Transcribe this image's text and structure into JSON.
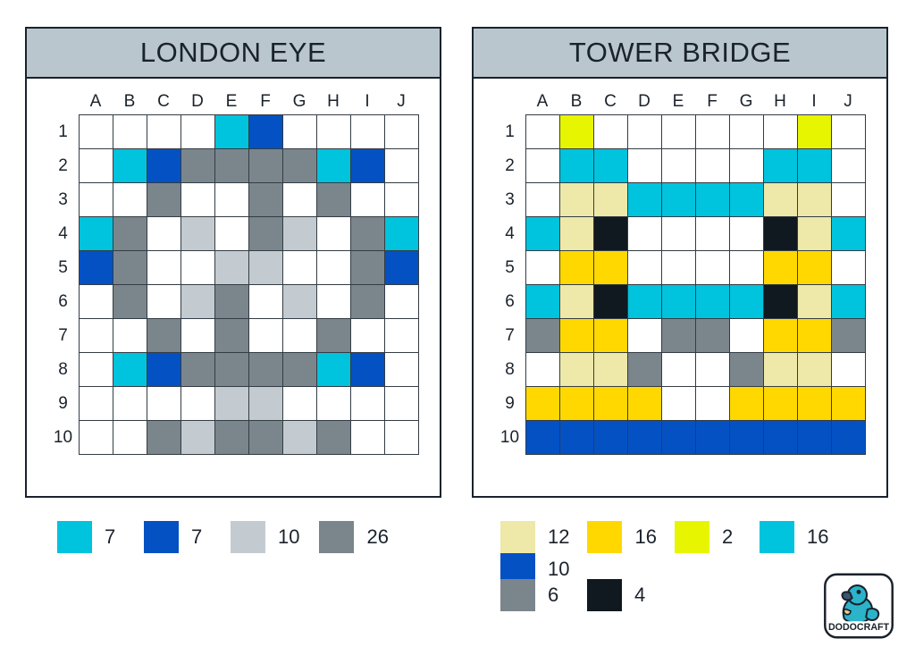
{
  "page": {
    "background": "#ffffff",
    "panels": [
      {
        "id": "london",
        "title": "LONDON EYE",
        "column_labels": [
          "A",
          "B",
          "C",
          "D",
          "E",
          "F",
          "G",
          "H",
          "I",
          "J"
        ],
        "row_labels": [
          "1",
          "2",
          "3",
          "4",
          "5",
          "6",
          "7",
          "8",
          "9",
          "10"
        ],
        "palette": {
          "w": "#ffffff",
          "c": "#00c3dd",
          "b": "#0451c4",
          "l": "#c3cbd1",
          "g": "#7b858c"
        },
        "grid": [
          [
            "w",
            "w",
            "w",
            "w",
            "c",
            "b",
            "w",
            "w",
            "w",
            "w"
          ],
          [
            "w",
            "c",
            "b",
            "g",
            "g",
            "g",
            "g",
            "c",
            "b",
            "w"
          ],
          [
            "w",
            "w",
            "g",
            "w",
            "w",
            "g",
            "w",
            "g",
            "w",
            "w"
          ],
          [
            "c",
            "g",
            "w",
            "l",
            "w",
            "g",
            "l",
            "w",
            "g",
            "c"
          ],
          [
            "b",
            "g",
            "w",
            "w",
            "l",
            "l",
            "w",
            "w",
            "g",
            "b"
          ],
          [
            "w",
            "g",
            "w",
            "l",
            "g",
            "w",
            "l",
            "w",
            "g",
            "w"
          ],
          [
            "w",
            "w",
            "g",
            "w",
            "g",
            "w",
            "w",
            "g",
            "w",
            "w"
          ],
          [
            "w",
            "c",
            "b",
            "g",
            "g",
            "g",
            "g",
            "c",
            "b",
            "w"
          ],
          [
            "w",
            "w",
            "w",
            "w",
            "l",
            "l",
            "w",
            "w",
            "w",
            "w"
          ],
          [
            "w",
            "w",
            "g",
            "l",
            "g",
            "g",
            "l",
            "g",
            "w",
            "w"
          ]
        ],
        "legend": [
          {
            "color": "#00c3dd",
            "class": "c-cyan",
            "count": "7",
            "name": "cyan"
          },
          {
            "color": "#0451c4",
            "class": "c-blue",
            "count": "7",
            "name": "blue"
          },
          {
            "color": "#c3cbd1",
            "class": "c-light",
            "count": "10",
            "name": "light-grey"
          },
          {
            "color": "#7b858c",
            "class": "c-grey",
            "count": "26",
            "name": "grey"
          }
        ]
      },
      {
        "id": "tower",
        "title": "TOWER BRIDGE",
        "column_labels": [
          "A",
          "B",
          "C",
          "D",
          "E",
          "F",
          "G",
          "H",
          "I",
          "J"
        ],
        "row_labels": [
          "1",
          "2",
          "3",
          "4",
          "5",
          "6",
          "7",
          "8",
          "9",
          "10"
        ],
        "palette": {
          "w": "#ffffff",
          "c": "#00c3dd",
          "b": "#0451c4",
          "y": "#e8f500",
          "o": "#ffd800",
          "m": "#eee8a9",
          "g": "#7b858c",
          "k": "#101820"
        },
        "grid": [
          [
            "w",
            "y",
            "w",
            "w",
            "w",
            "w",
            "w",
            "w",
            "y",
            "w"
          ],
          [
            "w",
            "c",
            "c",
            "w",
            "w",
            "w",
            "w",
            "c",
            "c",
            "w"
          ],
          [
            "w",
            "m",
            "m",
            "c",
            "c",
            "c",
            "c",
            "m",
            "m",
            "w"
          ],
          [
            "c",
            "m",
            "k",
            "w",
            "w",
            "w",
            "w",
            "k",
            "m",
            "c"
          ],
          [
            "w",
            "o",
            "o",
            "w",
            "w",
            "w",
            "w",
            "o",
            "o",
            "w"
          ],
          [
            "c",
            "m",
            "k",
            "c",
            "c",
            "c",
            "c",
            "k",
            "m",
            "c"
          ],
          [
            "g",
            "o",
            "o",
            "w",
            "g",
            "g",
            "w",
            "o",
            "o",
            "g"
          ],
          [
            "w",
            "m",
            "m",
            "g",
            "w",
            "w",
            "g",
            "m",
            "m",
            "w"
          ],
          [
            "o",
            "o",
            "o",
            "o",
            "w",
            "w",
            "o",
            "o",
            "o",
            "o"
          ],
          [
            "b",
            "b",
            "b",
            "b",
            "b",
            "b",
            "b",
            "b",
            "b",
            "b"
          ]
        ],
        "legend_row1": [
          {
            "color": "#eee8a9",
            "class": "c-cream",
            "count": "12",
            "name": "cream"
          },
          {
            "color": "#ffd800",
            "class": "c-gold",
            "count": "16",
            "name": "gold"
          },
          {
            "color": "#e8f500",
            "class": "c-yellow",
            "count": "2",
            "name": "yellow"
          },
          {
            "color": "#00c3dd",
            "class": "c-cyan",
            "count": "16",
            "name": "cyan"
          },
          {
            "color": "#0451c4",
            "class": "c-blue",
            "count": "10",
            "name": "blue"
          }
        ],
        "legend_row2": [
          {
            "color": "#7b858c",
            "class": "c-grey",
            "count": "6",
            "name": "grey"
          },
          {
            "color": "#101820",
            "class": "c-black",
            "count": "4",
            "name": "black"
          }
        ]
      }
    ],
    "logo": {
      "text": "DODOCRAFT",
      "body_color": "#2bb3c9",
      "beak_color": "#2f4a6b",
      "outline_color": "#1a222b"
    }
  }
}
